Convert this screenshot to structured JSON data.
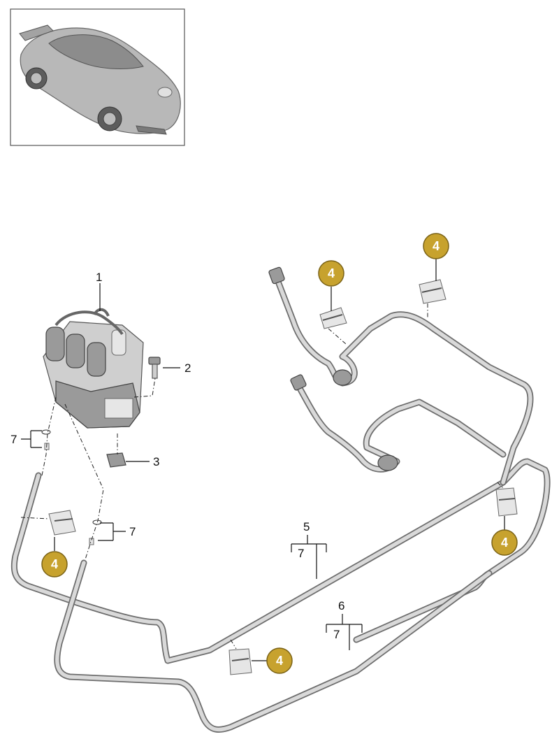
{
  "colors": {
    "badge_fill": "#c7a22e",
    "badge_stroke": "#7a6216",
    "pipe": "#d9d9d9",
    "line": "#111111"
  },
  "thumbnail": {
    "icon": "car-thumbnail-icon"
  },
  "labels": {
    "p1": "1",
    "p2": "2",
    "p3": "3",
    "p5": "5",
    "p6": "6",
    "p7a": "7",
    "p7b": "7",
    "p7c": "7",
    "p7d": "7"
  },
  "badges": {
    "b1": "4",
    "b2": "4",
    "b3": "4",
    "b4": "4",
    "b5": "4"
  }
}
